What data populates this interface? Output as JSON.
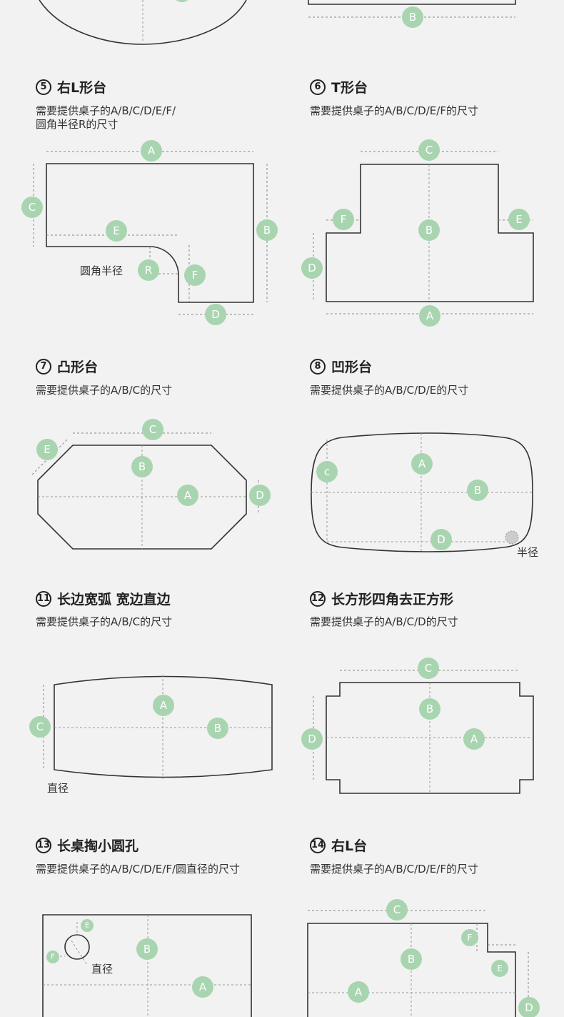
{
  "sections": [
    {
      "num": "5",
      "title": "右L形台",
      "desc": "需要提供桌子的A/B/C/D/E/F/\n圆角半径R的尺寸"
    },
    {
      "num": "6",
      "title": "T形台",
      "desc": "需要提供桌子的A/B/C/D/E/F的尺寸"
    },
    {
      "num": "7",
      "title": "凸形台",
      "desc": "需要提供桌子的A/B/C的尺寸"
    },
    {
      "num": "8",
      "title": "凹形台",
      "desc": "需要提供桌子的A/B/C/D/E的尺寸"
    },
    {
      "num": "11",
      "title": "长边宽弧 宽边直边",
      "desc": "需要提供桌子的A/B/C的尺寸"
    },
    {
      "num": "12",
      "title": "长方形四角去正方形",
      "desc": "需要提供桌子的A/B/C/D的尺寸"
    },
    {
      "num": "13",
      "title": "长桌掏小圆孔",
      "desc": "需要提供桌子的A/B/C/D/E/F/圆直径的尺寸"
    },
    {
      "num": "14",
      "title": "右L台",
      "desc": "需要提供桌子的A/B/C/D/E/F的尺寸"
    }
  ],
  "labels": {
    "A": "A",
    "B": "B",
    "C": "C",
    "c": "c",
    "D": "D",
    "E": "E",
    "F": "F",
    "R": "R",
    "corner_radius": "圆角半径",
    "radius": "半径",
    "diameter": "直径"
  },
  "colors": {
    "badge": "#a8d5b0",
    "line": "#333333",
    "background": "#f2f2f2"
  }
}
